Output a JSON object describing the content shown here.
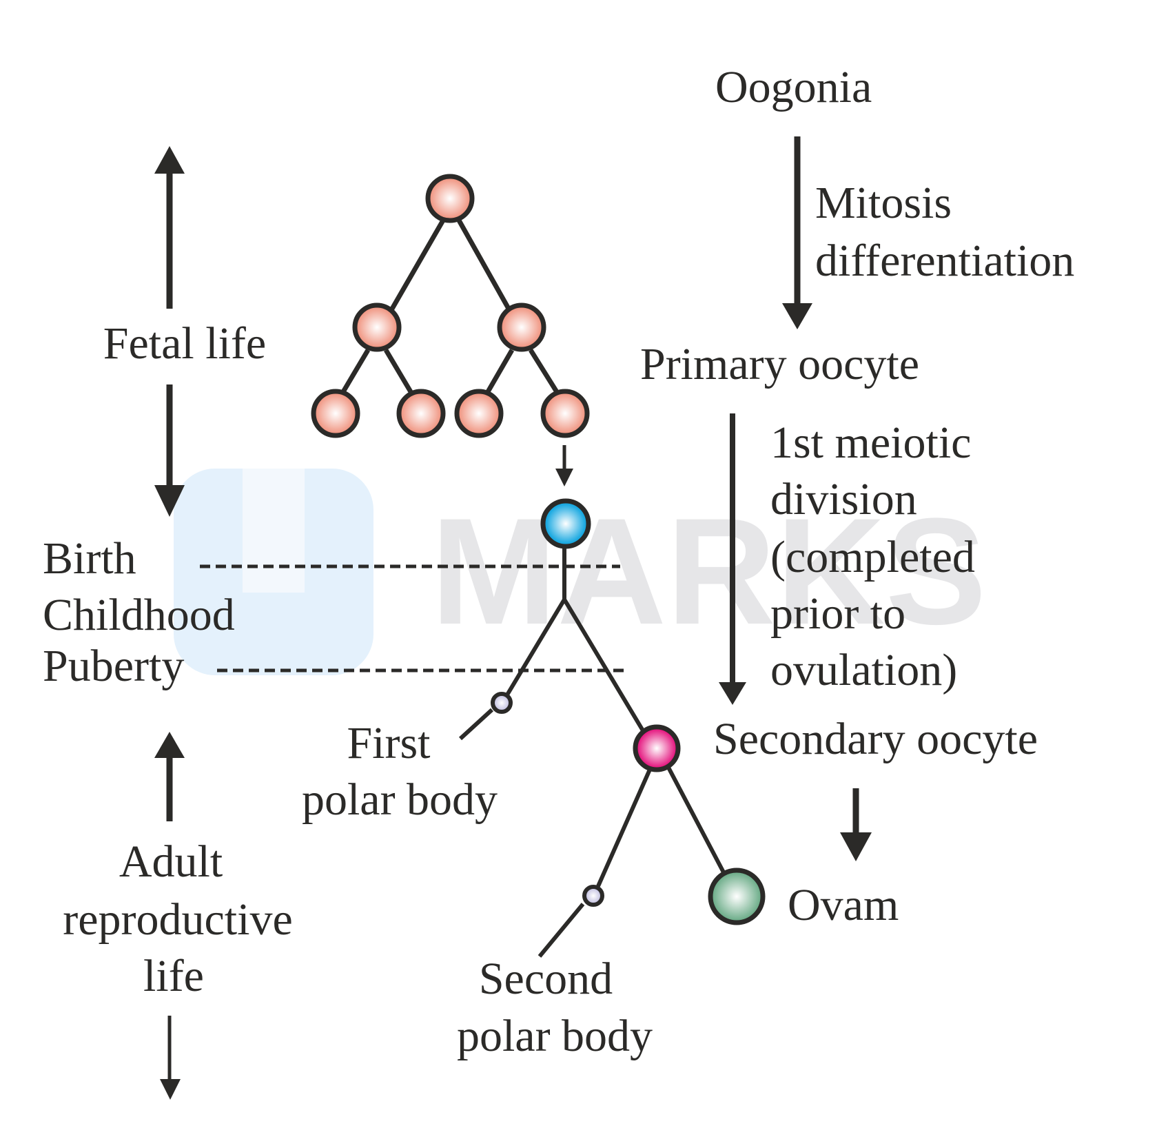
{
  "diagram": {
    "title": "Oogenesis",
    "colors": {
      "ink": "#2b2a28",
      "oogonia_cell": "#ee8a74",
      "primary_oocyte_cell": "#1ba9e1",
      "secondary_oocyte_cell": "#e4157e",
      "ovum_cell": "#5fa57e",
      "polar_body_cell": "#c4c2e0",
      "watermark_logo": "#e4f1fc",
      "watermark_text": "#e6e6e8"
    },
    "watermark": {
      "text": "MARKS"
    },
    "life_stages": {
      "fetal_life": "Fetal life",
      "birth": "Birth",
      "childhood": "Childhood",
      "puberty": "Puberty",
      "adult_line1": "Adult",
      "adult_line2": "reproductive",
      "adult_line3": "life"
    },
    "stages": {
      "oogonia": "Oogonia",
      "mitosis_line1": "Mitosis",
      "mitosis_line2": "differentiation",
      "primary_oocyte": "Primary oocyte",
      "meiosis_line1": "1st meiotic",
      "meiosis_line2": "division",
      "meiosis_line3": "(completed",
      "meiosis_line4": "prior to",
      "meiosis_line5": "ovulation)",
      "secondary_oocyte": "Secondary oocyte",
      "ovum": "Ovam"
    },
    "cell_labels": {
      "first_polar_line1": "First",
      "first_polar_line2": "polar body",
      "second_polar_line1": "Second",
      "second_polar_line2": "polar body"
    },
    "oogonia_tree_levels": [
      1,
      2,
      4
    ]
  }
}
